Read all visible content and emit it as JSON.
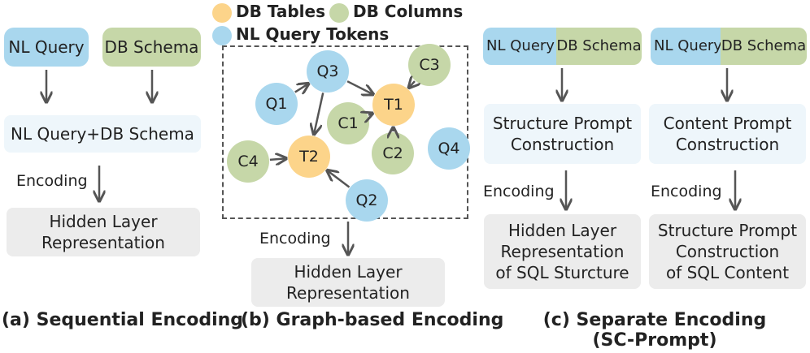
{
  "colors": {
    "query_token": "#a9d7ee",
    "db_table": "#fcd48a",
    "db_column": "#c6d7a8",
    "arrow": "#555555"
  },
  "panel_a": {
    "nl_query": "NL Query",
    "db_schema": "DB Schema",
    "combined": "NL Query+DB Schema",
    "encoding": "Encoding",
    "hidden": [
      "Hidden Layer",
      "Representation"
    ],
    "caption": "(a) Sequential Encoding"
  },
  "panel_b": {
    "legend": {
      "tables": "DB Tables",
      "columns": "DB Columns",
      "tokens": "NL Query Tokens"
    },
    "nodes": [
      {
        "id": "Q1",
        "kind": "query_token"
      },
      {
        "id": "Q2",
        "kind": "query_token"
      },
      {
        "id": "Q3",
        "kind": "query_token"
      },
      {
        "id": "Q4",
        "kind": "query_token"
      },
      {
        "id": "T1",
        "kind": "db_table"
      },
      {
        "id": "T2",
        "kind": "db_table"
      },
      {
        "id": "C1",
        "kind": "db_column"
      },
      {
        "id": "C2",
        "kind": "db_column"
      },
      {
        "id": "C3",
        "kind": "db_column"
      },
      {
        "id": "C4",
        "kind": "db_column"
      }
    ],
    "edges": [
      [
        "Q1",
        "Q3"
      ],
      [
        "Q3",
        "T1"
      ],
      [
        "Q3",
        "T2"
      ],
      [
        "C3",
        "T1"
      ],
      [
        "C1",
        "T1"
      ],
      [
        "C2",
        "T1"
      ],
      [
        "C4",
        "T2"
      ],
      [
        "Q2",
        "T2"
      ]
    ],
    "encoding": "Encoding",
    "hidden": [
      "Hidden Layer",
      "Representation"
    ],
    "caption": "(b) Graph-based Encoding"
  },
  "panel_c": {
    "nl_query": "NL Query",
    "db_schema": "DB Schema",
    "structure_prompt": [
      "Structure Prompt",
      "Construction"
    ],
    "content_prompt": [
      "Content Prompt",
      "Construction"
    ],
    "encoding": "Encoding",
    "structure_output": [
      "Hidden Layer",
      "Representation",
      "of SQL Sturcture"
    ],
    "content_output": [
      "Structure Prompt",
      "Construction",
      "of SQL Content"
    ],
    "caption": [
      "(c) Separate Encoding",
      "(SC-Prompt)"
    ]
  }
}
